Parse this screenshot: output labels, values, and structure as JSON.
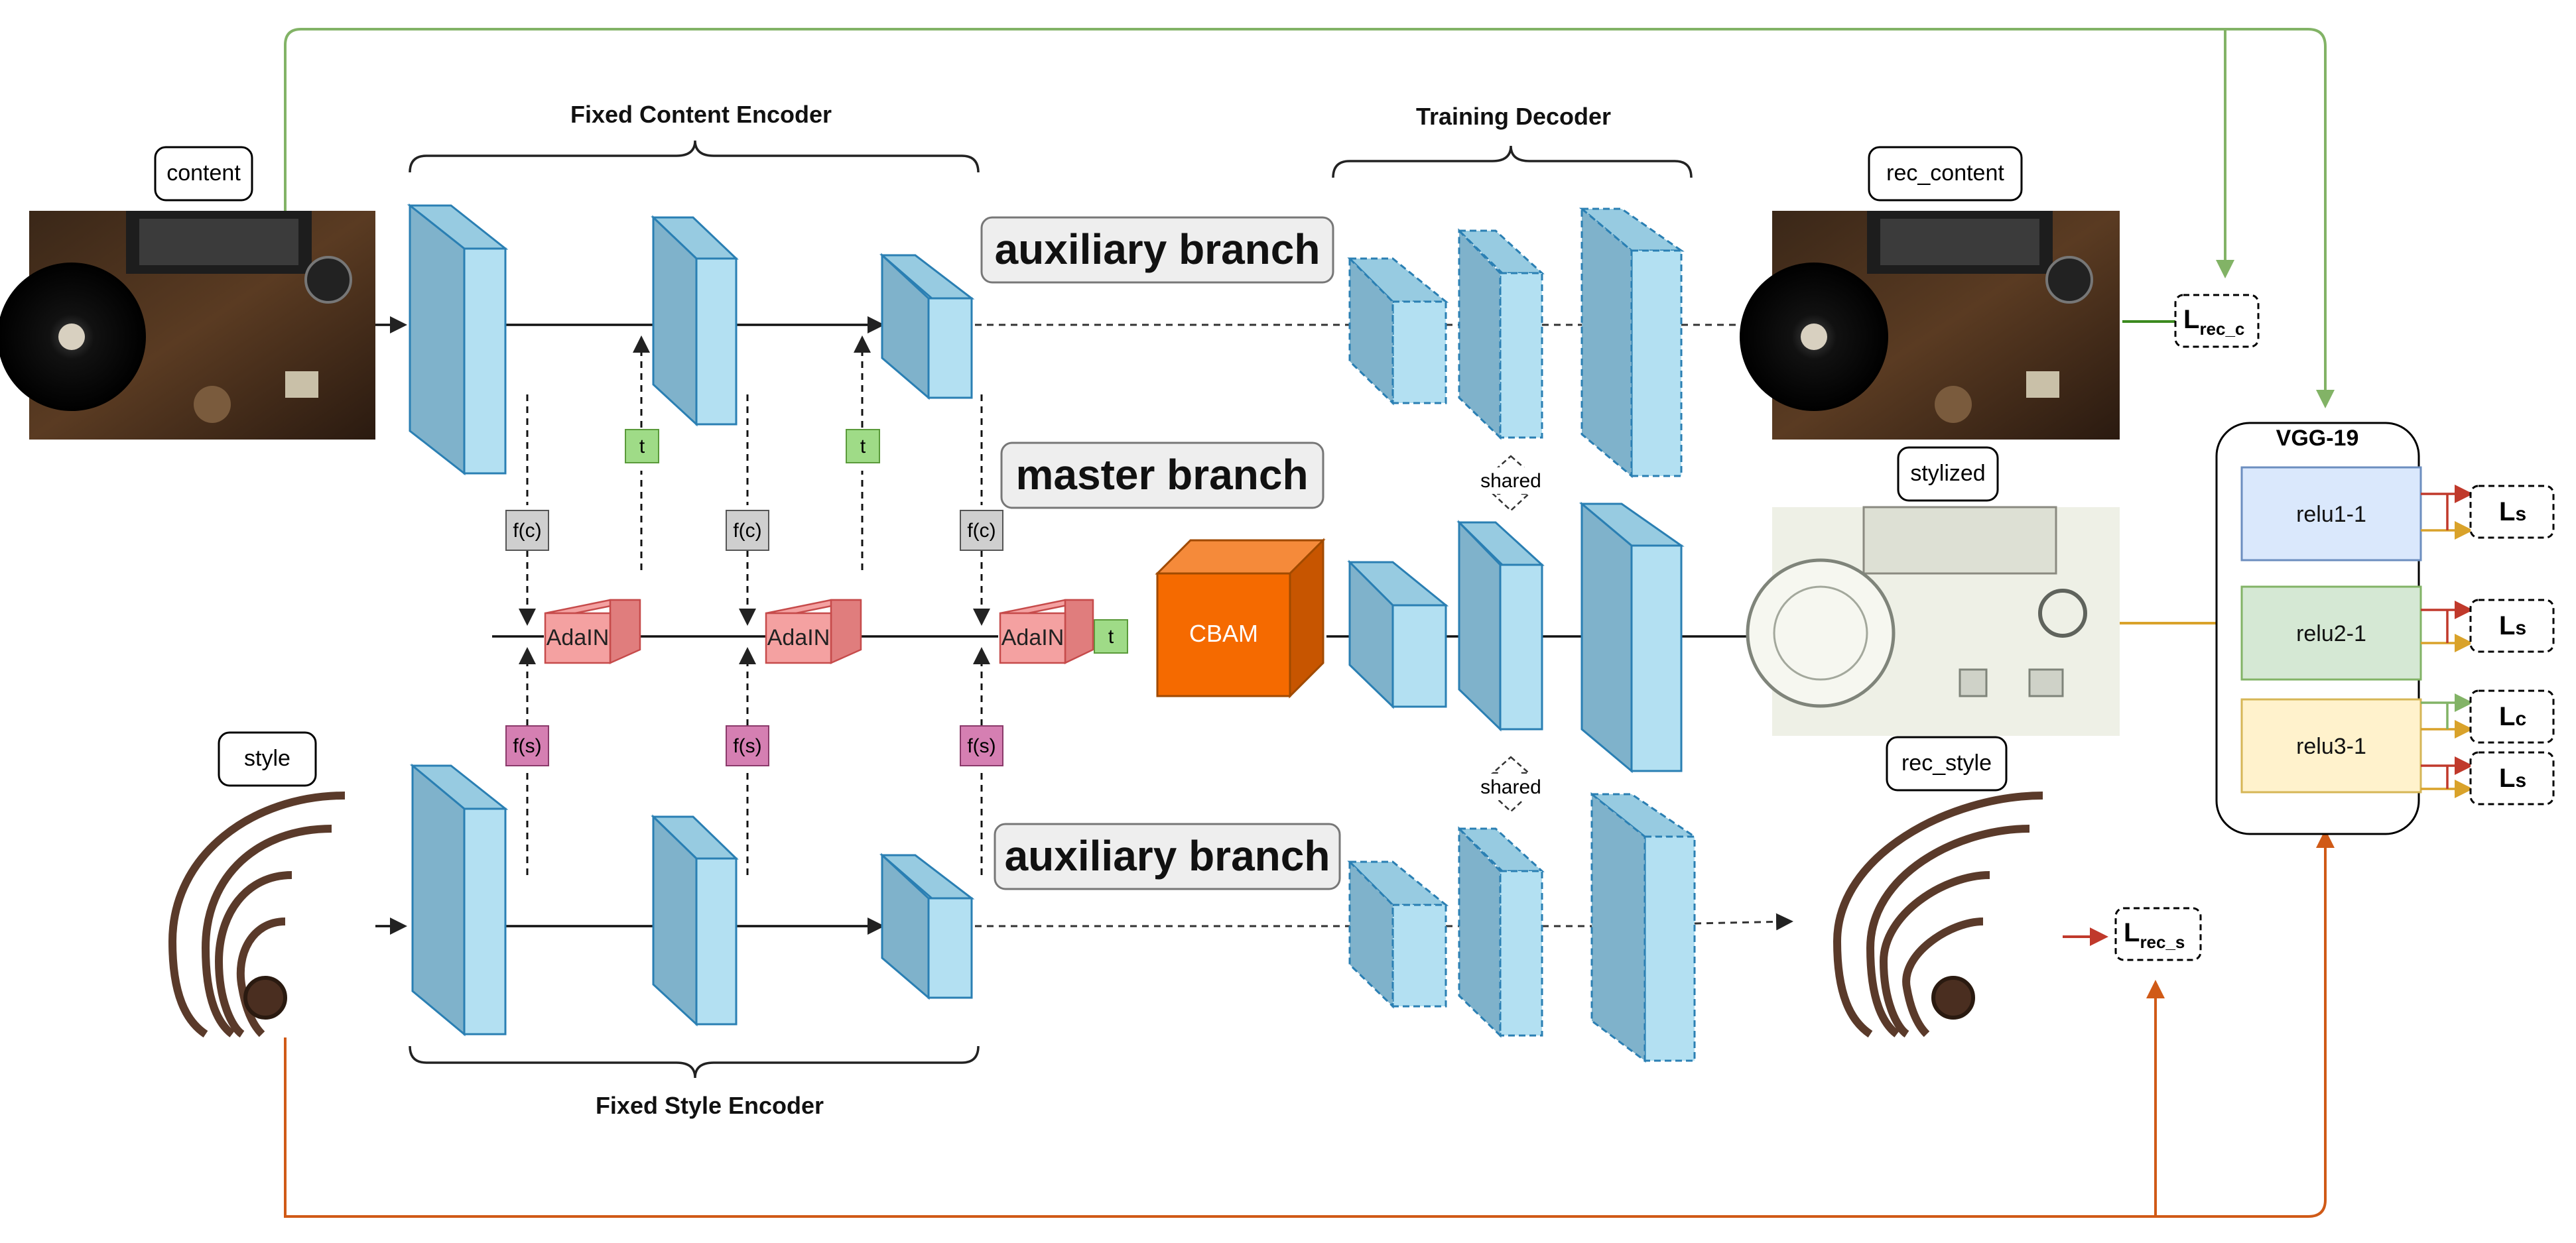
{
  "labels": {
    "content": "content",
    "style": "style",
    "rec_content": "rec_content",
    "stylized": "stylized",
    "rec_style": "rec_style",
    "fixed_content_encoder": "Fixed Content Encoder",
    "fixed_style_encoder": "Fixed Style Encoder",
    "training_decoder": "Training Decoder",
    "auxiliary_branch": "auxiliary branch",
    "master_branch": "master branch",
    "shared": "shared",
    "fc": "f(c)",
    "fs": "f(s)",
    "t": "t",
    "adain": "AdaIN",
    "cbam": "CBAM",
    "vgg": "VGG-19",
    "relu1": "relu1-1",
    "relu2": "relu2-1",
    "relu3": "relu3-1"
  },
  "losses": {
    "L": "L",
    "ls_sub": "s",
    "lc_sub": "c",
    "rec_c_sub": "rec_c",
    "rec_s_sub": "rec_s"
  },
  "colors": {
    "block_front": "#b3e0f2",
    "block_side": "#7fb2cb",
    "block_top": "#97cbe1",
    "block_stroke": "#2a7fb3",
    "adain_fill": "#f4a1a1",
    "adain_stroke": "#c64b4b",
    "cbam_fill": "#f56a00",
    "t_fill": "#9fdb87",
    "fc_fill": "#cfcfcf",
    "fs_fill": "#d57fb2",
    "green_line": "#82b366",
    "orange_line": "#d05a17",
    "yellow_line": "#d9a22a",
    "relu1_fill": "#dae8fc",
    "relu1_stroke": "#6c8ebf",
    "relu2_fill": "#d5e8d4",
    "relu2_stroke": "#82b366",
    "relu3_fill": "#fff2cc",
    "relu3_stroke": "#d6b656"
  }
}
